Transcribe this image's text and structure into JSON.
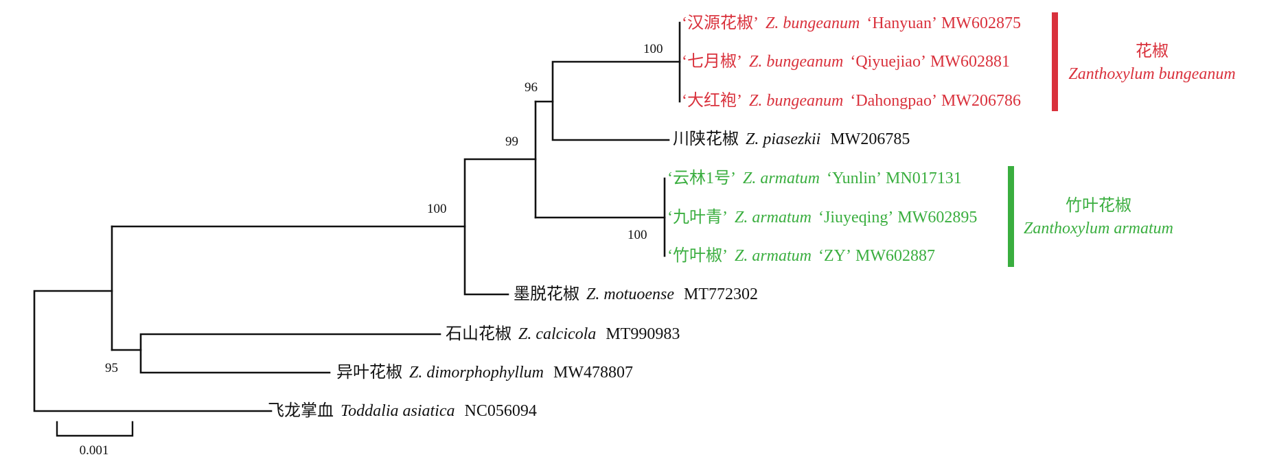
{
  "colors": {
    "branch": "#111111",
    "bungeanum_group": "#d9313c",
    "armatum_group": "#3aae3f",
    "default_text": "#111111"
  },
  "taxa": [
    {
      "zh": "‘汉源花椒’",
      "sci": "Z. bungeanum",
      "cultivar": "‘Hanyuan’",
      "acc": "MW602875",
      "group": "bungeanum"
    },
    {
      "zh": "‘七月椒’",
      "sci": "Z. bungeanum",
      "cultivar": "‘Qiyuejiao’",
      "acc": "MW602881",
      "group": "bungeanum"
    },
    {
      "zh": "‘大红袍’",
      "sci": "Z. bungeanum",
      "cultivar": "‘Dahongpao’",
      "acc": "MW206786",
      "group": "bungeanum"
    },
    {
      "zh": "川陕花椒",
      "sci": "Z. piasezkii",
      "cultivar": "",
      "acc": "MW206785",
      "group": "none"
    },
    {
      "zh": "‘云林1号’",
      "sci": "Z. armatum",
      "cultivar": "‘Yunlin’",
      "acc": "MN017131",
      "group": "armatum"
    },
    {
      "zh": "‘九叶青’",
      "sci": "Z. armatum",
      "cultivar": "‘Jiuyeqing’",
      "acc": "MW602895",
      "group": "armatum"
    },
    {
      "zh": "‘竹叶椒’",
      "sci": "Z. armatum",
      "cultivar": "‘ZY’",
      "acc": "MW602887",
      "group": "armatum"
    },
    {
      "zh": "墨脱花椒",
      "sci": "Z. motuoense",
      "cultivar": "",
      "acc": "MT772302",
      "group": "none"
    },
    {
      "zh": "石山花椒",
      "sci": "Z. calcicola",
      "cultivar": "",
      "acc": "MT990983",
      "group": "none"
    },
    {
      "zh": "异叶花椒",
      "sci": "Z. dimorphophyllum",
      "cultivar": "",
      "acc": "MW478807",
      "group": "none"
    },
    {
      "zh": "飞龙掌血",
      "sci": "Toddalia asiatica",
      "cultivar": "",
      "acc": "NC056094",
      "group": "none"
    }
  ],
  "bootstrap": [
    "100",
    "96",
    "99",
    "100",
    "100",
    "95"
  ],
  "groups": [
    {
      "zh": "花椒",
      "en": "Zanthoxylum bungeanum",
      "color": "#d9313c"
    },
    {
      "zh": "竹叶花椒",
      "en": "Zanthoxylum armatum",
      "color": "#3aae3f"
    }
  ],
  "scale_bar": {
    "label": "0.001"
  }
}
